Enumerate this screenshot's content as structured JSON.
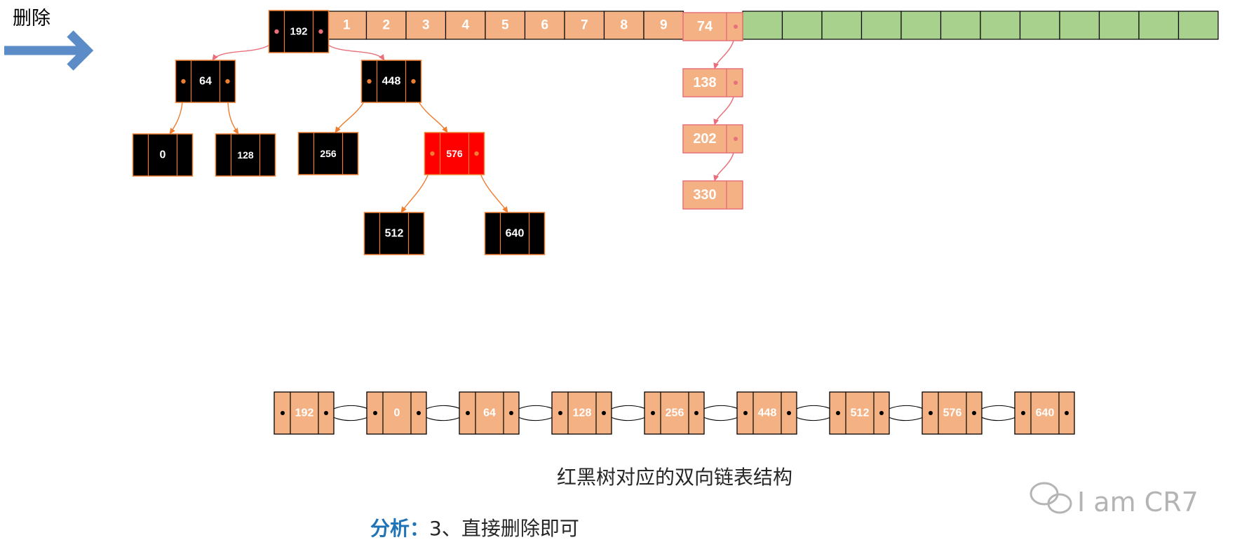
{
  "action_label": "删除",
  "colors": {
    "black_node": "#000000",
    "red_node": "#ff0000",
    "salmon": "#f4b183",
    "salmon_border": "#e8707a",
    "green": "#a9d18e",
    "orange_line": "#ed7d31",
    "pink_line": "#e8707a",
    "arrow_blue": "#5b8cc8",
    "analysis_blue": "#1f73b7"
  },
  "array": {
    "indices": [
      "1",
      "2",
      "3",
      "4",
      "5",
      "6",
      "7",
      "8",
      "9"
    ],
    "bucket_list": [
      "74",
      "138",
      "202",
      "330"
    ],
    "green_slots": 12
  },
  "tree": {
    "root": "192",
    "level1": [
      "64",
      "448"
    ],
    "level2": [
      "0",
      "128",
      "256",
      "576"
    ],
    "level3": [
      "512",
      "640"
    ],
    "red_nodes": [
      "576"
    ]
  },
  "doubly_linked_list": [
    "192",
    "0",
    "64",
    "128",
    "256",
    "448",
    "512",
    "576",
    "640"
  ],
  "caption": "红黑树对应的双向链表结构",
  "analysis": {
    "label": "分析：",
    "text": "3、直接删除即可"
  },
  "watermark": "I am CR7"
}
